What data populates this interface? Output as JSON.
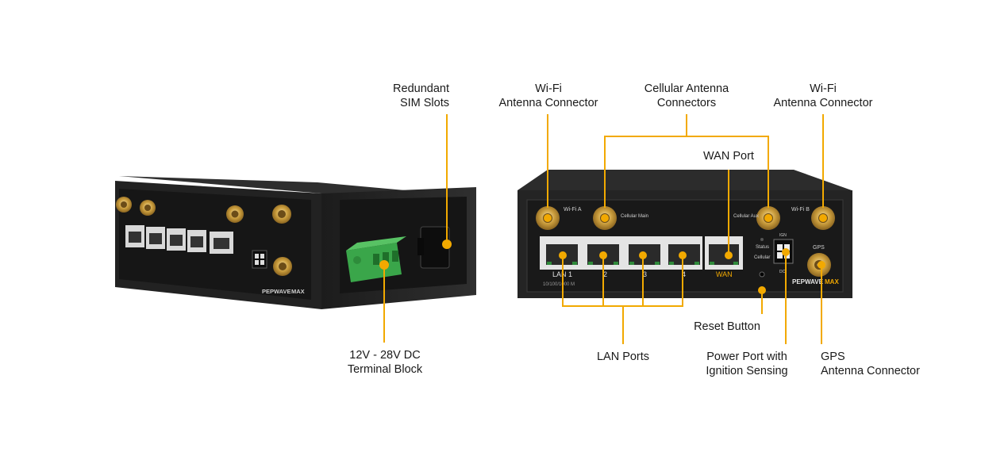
{
  "colors": {
    "callout": "#f2a900",
    "chassis": "#262626",
    "panel": "#1b1b1b",
    "terminal": "#3aa64a"
  },
  "callouts": {
    "sim": [
      "Redundant",
      "SIM Slots"
    ],
    "terminal": [
      "12V - 28V DC",
      "Terminal Block"
    ],
    "wifi_a": [
      "Wi-Fi",
      "Antenna Connector"
    ],
    "cellular": [
      "Cellular Antenna",
      "Connectors"
    ],
    "wifi_b": [
      "Wi-Fi",
      "Antenna Connector"
    ],
    "wan": "WAN Port",
    "reset": "Reset Button",
    "lan": "LAN Ports",
    "power": [
      "Power Port with",
      "Ignition Sensing"
    ],
    "gps": [
      "GPS",
      "Antenna Connector"
    ]
  },
  "device": {
    "brand": "PEPWAVE",
    "brand_suffix": "MAX",
    "port_labels": [
      "LAN 1",
      "2",
      "3",
      "4"
    ],
    "wan_label": "WAN",
    "speed_label": "10/100/1000 M",
    "antenna_labels": {
      "wifi_a": "Wi-Fi A",
      "cellular_main": "Cellular Main",
      "cellular_aux": "Cellular Aux",
      "wifi_b": "Wi-Fi B",
      "gps": "GPS"
    },
    "led_labels": {
      "status": "Status",
      "cellular": "Cellular"
    },
    "power_labels": {
      "ign": "IGN",
      "dc": "DC"
    }
  }
}
